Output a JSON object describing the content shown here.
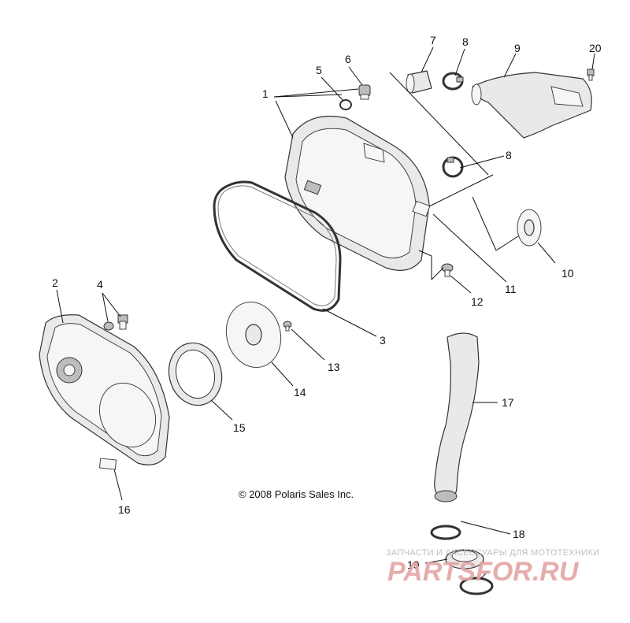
{
  "copyright": "© 2008 Polaris Sales Inc.",
  "watermark": {
    "tagline": "ЗАПЧАСТИ И АКСЕССУАРЫ ДЛЯ МОТОТЕХНИКИ",
    "brand": "PARTSFOR.RU",
    "color": "#e4a5a5"
  },
  "callouts": {
    "c1": "1",
    "c2": "2",
    "c3": "3",
    "c4": "4",
    "c5": "5",
    "c6": "6",
    "c7": "7",
    "c8a": "8",
    "c8b": "8",
    "c9": "9",
    "c10": "10",
    "c11": "11",
    "c12": "12",
    "c13": "13",
    "c14": "14",
    "c15": "15",
    "c16": "16",
    "c17": "17",
    "c18": "18",
    "c19": "19",
    "c20": "20"
  }
}
